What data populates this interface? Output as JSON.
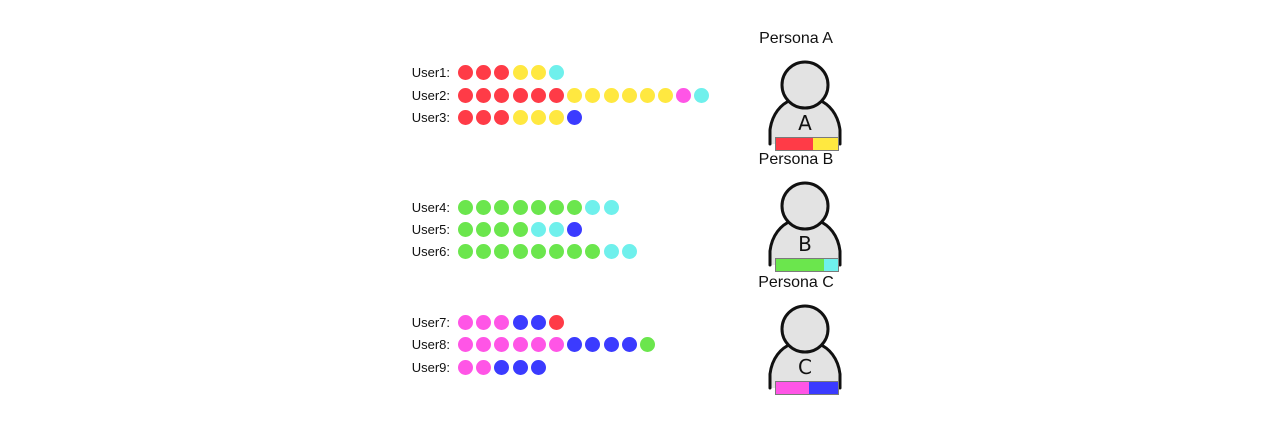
{
  "colors": {
    "red": "#ff3b47",
    "yellow": "#ffe840",
    "cyan": "#6ff0ec",
    "blue": "#3b3bff",
    "green": "#6be64d",
    "magenta": "#ff55e6",
    "figure_fill": "#e3e3e3",
    "figure_stroke": "#111111"
  },
  "users": [
    {
      "label": "User1:",
      "sequence": [
        "red",
        "red",
        "red",
        "yellow",
        "yellow",
        "cyan"
      ]
    },
    {
      "label": "User2:",
      "sequence": [
        "red",
        "red",
        "red",
        "red",
        "red",
        "red",
        "yellow",
        "yellow",
        "yellow",
        "yellow",
        "yellow",
        "yellow",
        "magenta",
        "cyan"
      ]
    },
    {
      "label": "User3:",
      "sequence": [
        "red",
        "red",
        "red",
        "yellow",
        "yellow",
        "yellow",
        "blue"
      ]
    },
    {
      "label": "User4:",
      "sequence": [
        "green",
        "green",
        "green",
        "green",
        "green",
        "green",
        "green",
        "cyan",
        "cyan"
      ]
    },
    {
      "label": "User5:",
      "sequence": [
        "green",
        "green",
        "green",
        "green",
        "cyan",
        "cyan",
        "blue"
      ]
    },
    {
      "label": "User6:",
      "sequence": [
        "green",
        "green",
        "green",
        "green",
        "green",
        "green",
        "green",
        "green",
        "cyan",
        "cyan"
      ]
    },
    {
      "label": "User7:",
      "sequence": [
        "magenta",
        "magenta",
        "magenta",
        "blue",
        "blue",
        "red"
      ]
    },
    {
      "label": "User8:",
      "sequence": [
        "magenta",
        "magenta",
        "magenta",
        "magenta",
        "magenta",
        "magenta",
        "blue",
        "blue",
        "blue",
        "blue",
        "green"
      ]
    },
    {
      "label": "User9:",
      "sequence": [
        "magenta",
        "magenta",
        "blue",
        "blue",
        "blue"
      ]
    }
  ],
  "personas": [
    {
      "title": "Persona A",
      "letter": "A",
      "bar": [
        {
          "color": "red",
          "share": 0.6
        },
        {
          "color": "yellow",
          "share": 0.4
        }
      ]
    },
    {
      "title": "Persona B",
      "letter": "B",
      "bar": [
        {
          "color": "green",
          "share": 0.78
        },
        {
          "color": "cyan",
          "share": 0.22
        }
      ]
    },
    {
      "title": "Persona C",
      "letter": "C",
      "bar": [
        {
          "color": "magenta",
          "share": 0.53
        },
        {
          "color": "blue",
          "share": 0.47
        }
      ]
    }
  ]
}
